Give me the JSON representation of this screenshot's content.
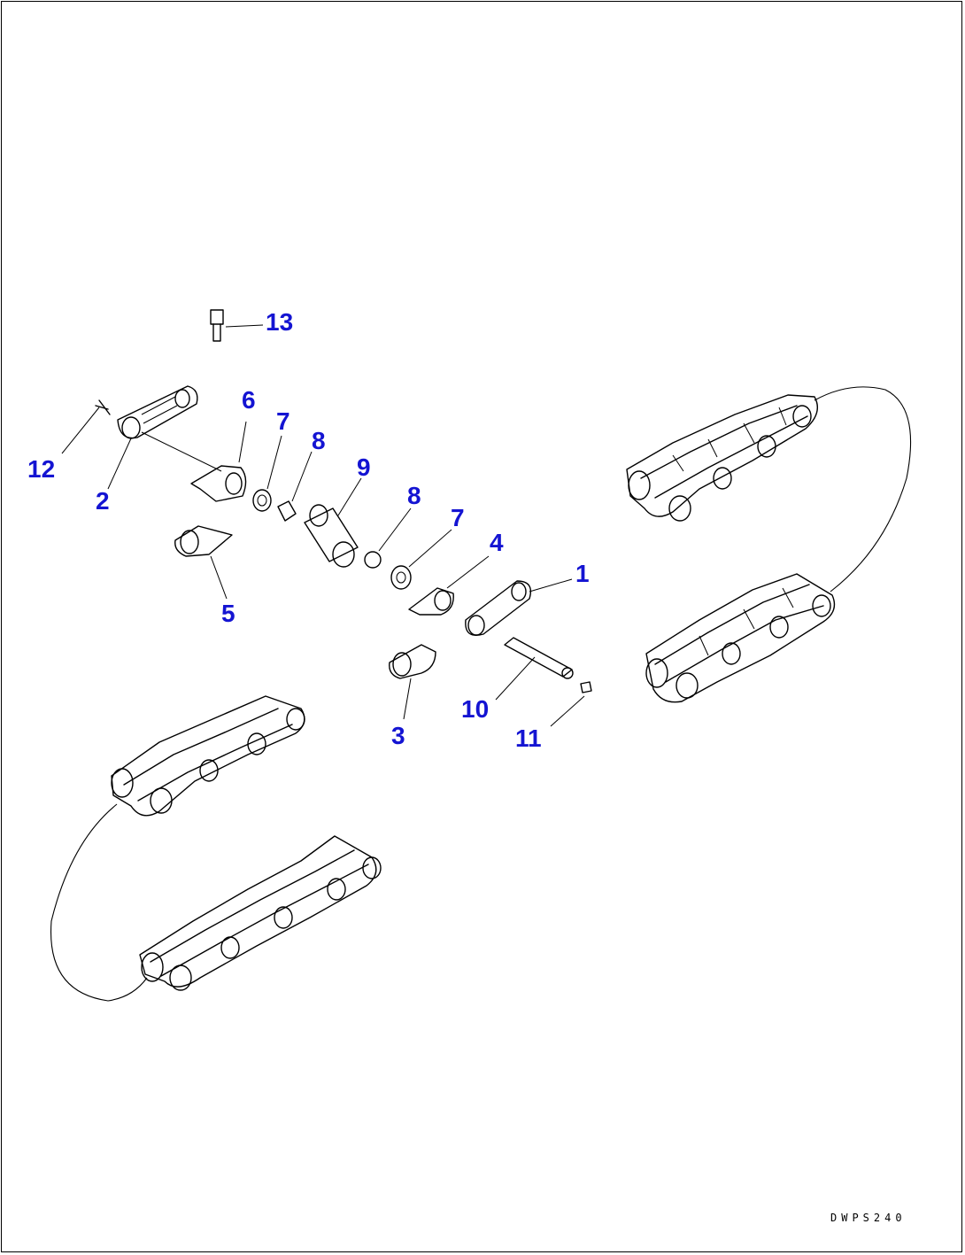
{
  "callouts": {
    "c1": "1",
    "c2": "2",
    "c3": "3",
    "c4": "4",
    "c5": "5",
    "c6": "6",
    "c7a": "7",
    "c7b": "7",
    "c8a": "8",
    "c8b": "8",
    "c9": "9",
    "c10": "10",
    "c11": "11",
    "c12": "12",
    "c13": "13"
  },
  "drawing_code": "DWPS240",
  "colors": {
    "callout": "#1414d2",
    "line": "#000000",
    "background": "#ffffff"
  }
}
